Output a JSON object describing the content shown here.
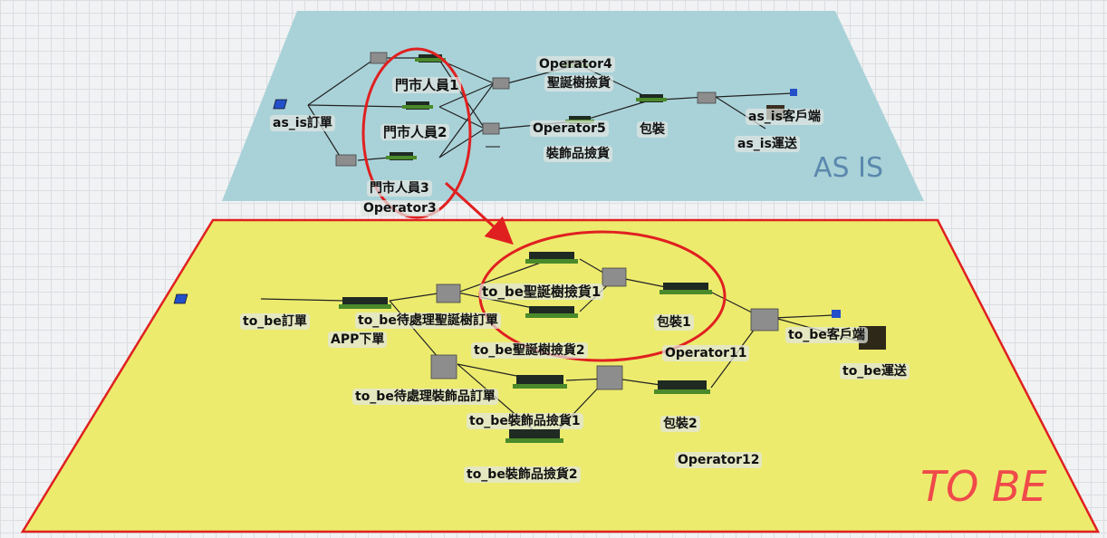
{
  "colors": {
    "as_is_plane": "#a9d2d8",
    "to_be_plane": "#eceb6e",
    "as_is_title": "#5b88ad",
    "to_be_title": "#f04a4a",
    "highlight": "#e02020"
  },
  "as_is": {
    "title": "AS IS",
    "labels": {
      "order": "as_is訂單",
      "clerk1": "門市人員1",
      "clerk2": "門市人員2",
      "clerk3": "門市人員3",
      "operator3": "Operator3",
      "operator4": "Operator4",
      "operator5": "Operator5",
      "xmas_pick": "聖誕樹撿貨",
      "deco_pick": "裝飾品撿貨",
      "pack": "包裝",
      "customer": "as_is客戶端",
      "ship": "as_is運送"
    }
  },
  "to_be": {
    "title": "TO BE",
    "labels": {
      "order": "to_be訂單",
      "app_order": "APP下單",
      "pending_xmas": "to_be待處理聖誕樹訂單",
      "pending_deco": "to_be待處理裝飾品訂單",
      "xmas_pick1": "to_be聖誕樹撿貨1",
      "xmas_pick2": "to_be聖誕樹撿貨2",
      "deco_pick1": "to_be裝飾品撿貨1",
      "deco_pick2": "to_be裝飾品撿貨2",
      "pack1": "包裝1",
      "pack2": "包裝2",
      "operator11": "Operator11",
      "operator12": "Operator12",
      "customer": "to_be客戶端",
      "ship": "to_be運送"
    }
  }
}
